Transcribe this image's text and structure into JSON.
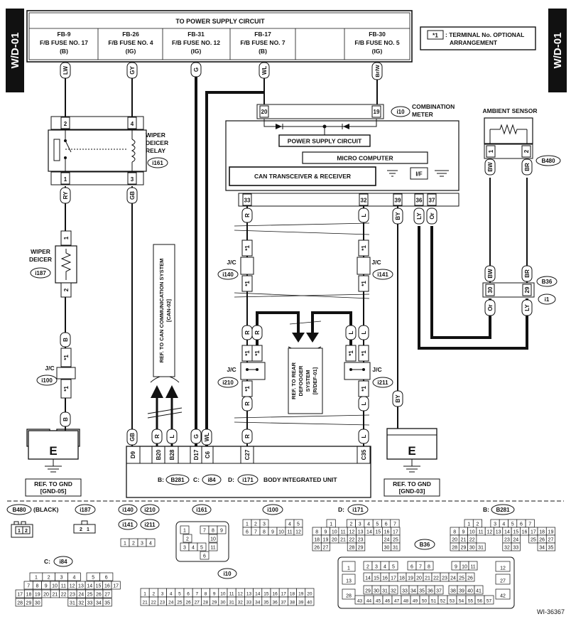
{
  "side_tag": "W/D-01",
  "figure_id": "WI-36367",
  "power": {
    "title": "TO POWER SUPPLY CIRCUIT",
    "fuses": [
      {
        "l1": "FB-9",
        "l2": "F/B FUSE NO. 17",
        "l3": "(B)"
      },
      {
        "l1": "FB-26",
        "l2": "F/B FUSE NO. 4",
        "l3": "(IG)"
      },
      {
        "l1": "FB-31",
        "l2": "F/B FUSE NO. 12",
        "l3": "(IG)"
      },
      {
        "l1": "FB-17",
        "l2": "F/B FUSE NO. 7",
        "l3": "(B)"
      },
      {
        "l1": "",
        "l2": "",
        "l3": ""
      },
      {
        "l1": "FB-30",
        "l2": "F/B FUSE NO. 5",
        "l3": "(IG)"
      }
    ]
  },
  "legend": {
    "mark": "*1",
    "text1": ": TERMINAL No. OPTIONAL",
    "text2": "ARRANGEMENT"
  },
  "wires": {
    "lw": "LW",
    "gy": "GY",
    "g": "G",
    "wl": "WL",
    "brw": "Br/W",
    "ry": "RY",
    "gb": "GB",
    "b": "B",
    "r": "R",
    "l": "L",
    "by": "BY",
    "ly": "LY",
    "or": "Or",
    "bw": "BW",
    "br": "BR"
  },
  "relay": {
    "name1": "WIPER",
    "name2": "DEICER",
    "name3": "RELAY",
    "conn": "i161",
    "pins": [
      "2",
      "4",
      "1",
      "3"
    ]
  },
  "deicer": {
    "name1": "WIPER",
    "name2": "DEICER",
    "conn": "i187",
    "pin_top": "1",
    "pin_bot": "2"
  },
  "jc": {
    "label": "J/C",
    "mark": "*1",
    "i100": "i100",
    "i140": "i140",
    "i141": "i141",
    "i210": "i210",
    "i211": "i211"
  },
  "meter": {
    "name1": "COMBINATION",
    "name2": "METER",
    "conn": "i10",
    "pin_top_left": "20",
    "pin_top_right": "19",
    "psc": "POWER SUPPLY CIRCUIT",
    "micro": "MICRO COMPUTER",
    "can": "CAN TRANSCEIVER & RECEIVER",
    "if": "I/F",
    "pins": [
      "33",
      "32",
      "39",
      "36",
      "37"
    ]
  },
  "ambient": {
    "name": "AMBIENT SENSOR",
    "conn": "B480",
    "pins": [
      "1",
      "2"
    ]
  },
  "b36": {
    "conn": "B36",
    "sub": "i1",
    "pins": [
      "30",
      "29"
    ]
  },
  "ground": {
    "symbol": "E",
    "left_ref1": "REF. TO GND",
    "left_ref2": "[GND-05]",
    "right_ref1": "REF. TO GND",
    "right_ref2": "[GND-03]"
  },
  "refs": {
    "can1": "REF. TO CAN COMMUNICATION SYSTEM",
    "can2": "[CAN-02]",
    "def1": "REF. TO REAR",
    "def2": "DEFOGGER",
    "def3": "SYSTEM",
    "def4": "[R/DEF-01]"
  },
  "biu": {
    "title": "BODY INTEGRATED UNIT",
    "b_lbl": "B:",
    "b_conn": "B281",
    "c_lbl": "C:",
    "c_conn": "i84",
    "d_lbl": "D:",
    "d_conn": "i171",
    "pins": [
      "D9",
      "B20",
      "B28",
      "D17",
      "C6",
      "C27",
      "C35"
    ]
  },
  "connectors": {
    "b480_label": "B480",
    "b480_note": "(BLACK)",
    "b480_pins": [
      "1",
      "2"
    ],
    "i187_label": "i187",
    "i187_pins": [
      "2",
      "1"
    ],
    "group1": [
      "i140",
      "i210",
      "i141",
      "i211"
    ],
    "group1_pins": [
      "1",
      "2",
      "3",
      "4"
    ],
    "i161_label": "i161",
    "i161_pins": [
      "1",
      "7",
      "8",
      "9",
      "2",
      "10",
      "3",
      "4",
      "5",
      "11",
      "6"
    ],
    "i100_label": "i100",
    "i100_row1": [
      "1",
      "2",
      "3",
      "4",
      "5"
    ],
    "i100_row2": [
      "6",
      "7",
      "8",
      "9",
      "10",
      "11",
      "12"
    ],
    "i171_label": "D:",
    "i171_conn": "i171",
    "b281_label": "B:",
    "b281_conn": "B281",
    "b36_label": "B36",
    "i84_label": "C:",
    "i84_conn": "i84",
    "i10_label": "i10",
    "i10_row1": [
      "1",
      "2",
      "3",
      "4",
      "5",
      "6",
      "7",
      "8",
      "9",
      "10",
      "11",
      "12",
      "13",
      "14",
      "15",
      "16",
      "17",
      "18",
      "19",
      "20"
    ],
    "i10_row2": [
      "21",
      "22",
      "23",
      "24",
      "25",
      "26",
      "27",
      "28",
      "29",
      "30",
      "31",
      "32",
      "33",
      "34",
      "35",
      "36",
      "37",
      "38",
      "39",
      "40"
    ]
  }
}
